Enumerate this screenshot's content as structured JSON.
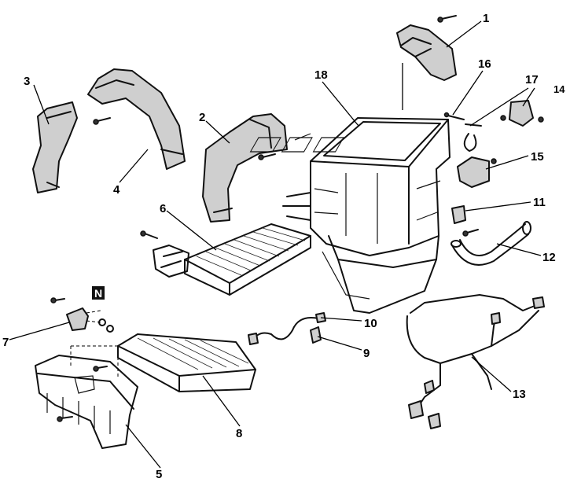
{
  "callouts": {
    "c1": "1",
    "c2": "2",
    "c3": "3",
    "c4": "4",
    "c5": "5",
    "c6": "6",
    "c7": "7",
    "c8": "8",
    "c9": "9",
    "c10": "10",
    "c11": "11",
    "c12": "12",
    "c13": "13",
    "c14": "14",
    "c15": "15",
    "c16": "16",
    "c17": "17",
    "c18": "18"
  },
  "note_box": "N"
}
